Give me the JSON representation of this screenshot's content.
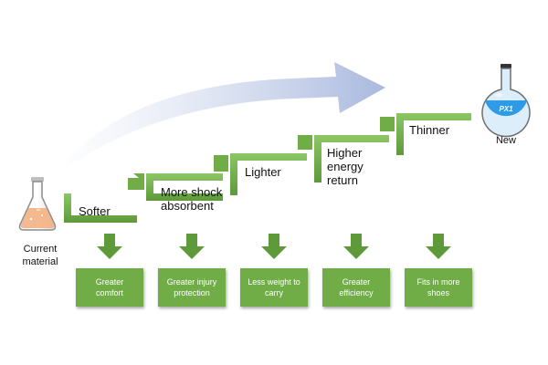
{
  "flask_start": {
    "label": "Current\nmaterial",
    "icon": "erlenmeyer-flask-icon",
    "liquid_color": "#f4b183"
  },
  "flask_end": {
    "label": "New",
    "tag": "PX1",
    "icon": "round-bottom-flask-icon",
    "liquid_color": "#2e9be6"
  },
  "steps": [
    {
      "label": "Softer"
    },
    {
      "label": "More shock\nabsorbent"
    },
    {
      "label": "Lighter"
    },
    {
      "label": "Higher\nenergy\nreturn"
    },
    {
      "label": "Thinner"
    }
  ],
  "benefits": [
    {
      "label": "Greater\ncomfort"
    },
    {
      "label": "Greater injury\nprotection"
    },
    {
      "label": "Less weight to\ncarry"
    },
    {
      "label": "Greater\nefficiency"
    },
    {
      "label": "Fits in more\nshoes"
    }
  ],
  "colors": {
    "step_green": "#70ad47",
    "step_green_dark": "#548235",
    "arrow_blue": "#b4c2e1",
    "benefit_text": "#ffffff"
  }
}
